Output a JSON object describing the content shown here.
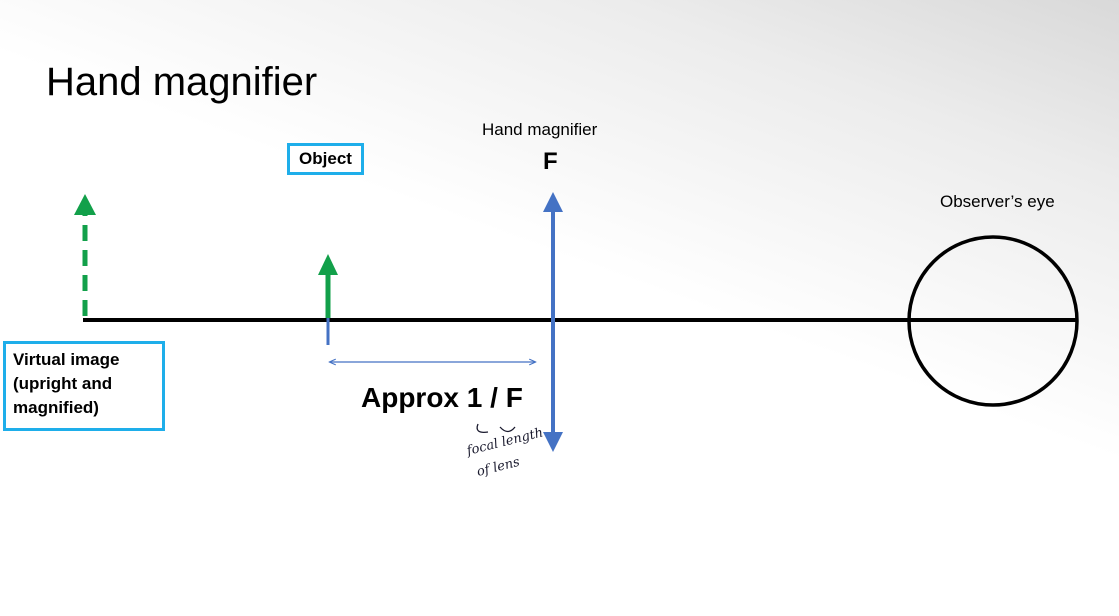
{
  "title": "Hand magnifier",
  "lens": {
    "caption": "Hand magnifier",
    "focal_label": "F"
  },
  "object": {
    "label": "Object"
  },
  "virtual_image": {
    "label": "Virtual image\n(upright and\nmagnified)"
  },
  "distance": {
    "label": "Approx 1 / F"
  },
  "handwritten_note": {
    "lines": [
      "focal length",
      "of lens"
    ]
  },
  "eye": {
    "label": "Observer’s eye"
  },
  "colors": {
    "axis": "#000000",
    "arrow_green": "#12a04a",
    "lens_blue": "#4472c4",
    "box_border": "#1eaeea"
  }
}
